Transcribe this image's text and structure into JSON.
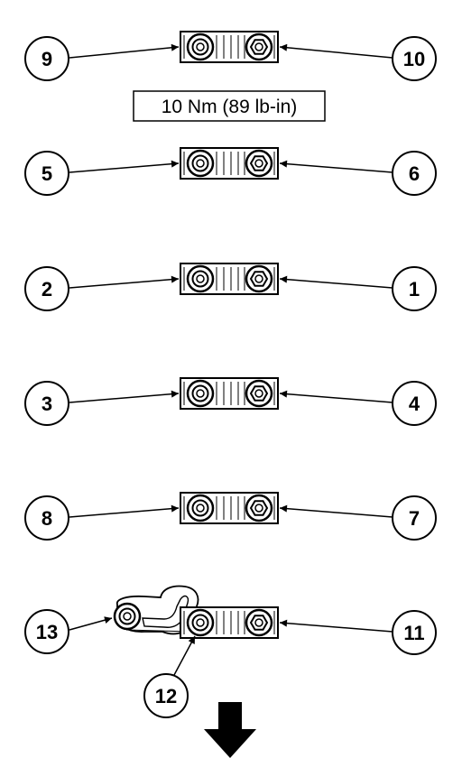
{
  "torque_spec": "10 Nm (89 lb-in)",
  "callouts": {
    "c9": "9",
    "c10": "10",
    "c5": "5",
    "c6": "6",
    "c2": "2",
    "c1": "1",
    "c3": "3",
    "c4": "4",
    "c8": "8",
    "c7": "7",
    "c13": "13",
    "c11": "11",
    "c12": "12"
  },
  "colors": {
    "ink": "#000000",
    "background": "#ffffff"
  },
  "icons": {
    "direction_arrow": "down-arrow-icon"
  }
}
